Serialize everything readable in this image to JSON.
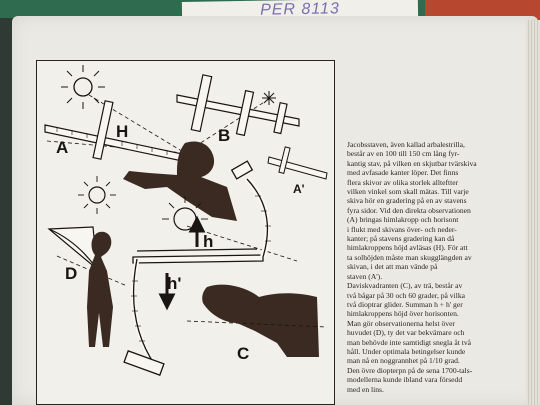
{
  "sticker": {
    "label": "PER 8113"
  },
  "figure": {
    "labels": {
      "A": "A",
      "B": "B",
      "C": "C",
      "D": "D",
      "H": "H",
      "h": "h",
      "h_prime": "h'",
      "A_prime": "A'"
    }
  },
  "caption": {
    "lines": [
      "Jacobsstaven, även kallad arbalestrilla,",
      "består av en 100 till 150 cm lång fyr-",
      "kantig stav, på vilken en skjutbar tvärskiva",
      "med avfasade kanter löper. Det finns",
      "flera skivor av olika storlek allteftter",
      "vilken vinkel som skall mätas. Till varje",
      "skiva hör en gradering på en av stavens",
      "fyra sidor. Vid den direkta observationen",
      "(A) bringas himlakropp och horisont",
      "i flukt med skivans över- och neder-",
      "kanter; på stavens gradering kan då",
      "himlakroppens höjd avläsas (H). För att",
      "ta solhöjden måste man skugglängden av",
      "skivan, i det att man vände på",
      "staven (A').",
      "Daviskvadranten (C), av trä, består av",
      "två bågar på 30 och 60 grader, på vilka",
      "två dioptrar glider. Summan h + h' ger",
      "himlakroppens höjd över horisonten.",
      "Man gör observationerna helst över",
      "huvudet (D), ty det var bekvämare och",
      "man behövde inte samtidigt snegla åt två",
      "håll. Under optimala betingelser kunde",
      "man nå en noggrannhet på 1/10 grad.",
      "Den övre diopterpn på de sena 1700-tals-",
      "modellerna kunde ibland vara försedd",
      "med en lins."
    ]
  }
}
